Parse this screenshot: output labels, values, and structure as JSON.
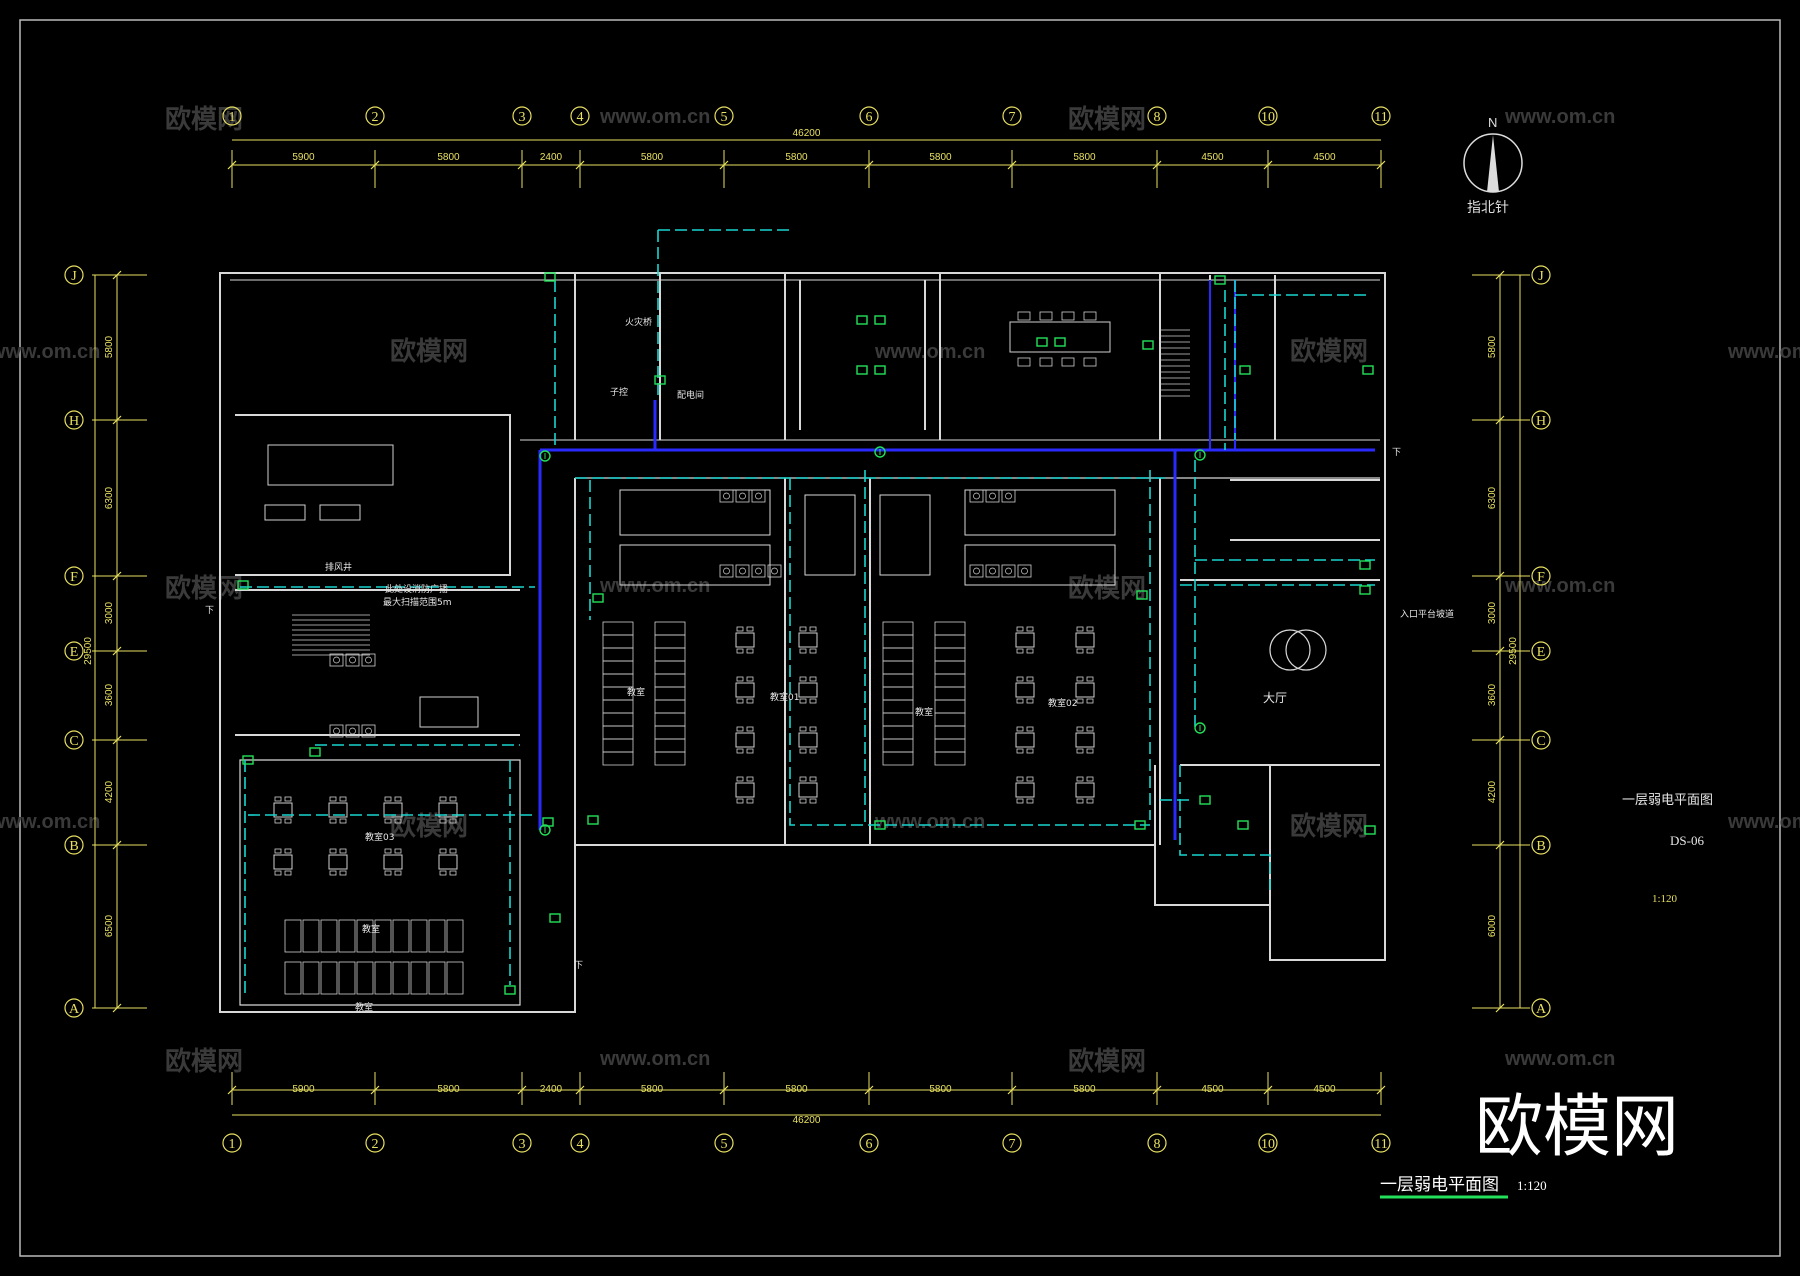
{
  "drawing": {
    "title_main": "一层弱电平面图",
    "title_scale": "1:120",
    "side_title": "一层弱电平面图",
    "drawing_no": "DS-06",
    "side_scale": "1:120",
    "north_letter": "N",
    "north_label": "指北针",
    "brand_logo": "欧模网"
  },
  "watermarks": {
    "text": "欧模网",
    "url": "www.om.cn"
  },
  "axes": {
    "columns": [
      "1",
      "2",
      "3",
      "4",
      "5",
      "6",
      "7",
      "8",
      "10",
      "11"
    ],
    "column_spans": [
      "5900",
      "5800",
      "2400",
      "5800",
      "5800",
      "5800",
      "5800",
      "4500",
      "4500"
    ],
    "column_total": "46200",
    "rows_bottom_to_top": [
      "A",
      "B",
      "C",
      "E",
      "F",
      "H",
      "J"
    ],
    "row_spans_left": [
      "6500",
      "4200",
      "3600",
      "3000",
      "6300",
      "5800"
    ],
    "row_spans_right": [
      "6000",
      "4200",
      "3600",
      "3000",
      "6300",
      "5800"
    ],
    "row_total": "29500"
  },
  "rooms": {
    "fire_room": "火灾桥",
    "control": "子控",
    "power_room": "配电间",
    "exhaust": "排风井",
    "note1": "此处设消防广播",
    "note2": "最大扫描范围5m",
    "classroom_a": "教室",
    "classroom_b": "教室01",
    "classroom_c": "教室",
    "classroom_d": "教室02",
    "classroom_e": "教室",
    "classroom_f": "教室03",
    "bottom_room": "教室",
    "hall": "大厅",
    "entry_note": "入口平台坡道",
    "down1": "下",
    "down2": "下",
    "down3": "下"
  },
  "colors": {
    "background": "#000000",
    "wall": "#d8d8d8",
    "axis_yellow": "#e8e060",
    "cable_cyan": "#19d6d0",
    "trunk_blue": "#2a2aff",
    "device_green": "#23e05a",
    "watermark": "#3a3a3a"
  }
}
